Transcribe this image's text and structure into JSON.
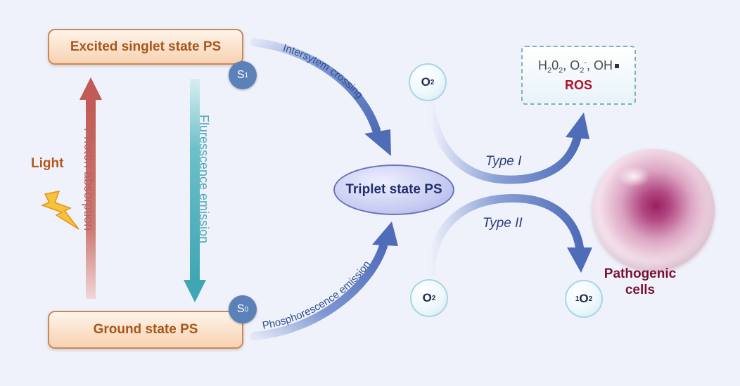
{
  "states": {
    "excited": "Excited singlet state PS",
    "ground": "Ground state PS",
    "triplet": "Triplet state PS",
    "s1": {
      "base": "S",
      "sub": "1"
    },
    "s0": {
      "base": "S",
      "sub": "0"
    }
  },
  "transitions": {
    "photon_absorption": "Photon absorption",
    "fluorescence": "Fluresscence emission",
    "intersystem": "Intersytem crossing",
    "phosphorescence": "Phosphorescence emission"
  },
  "light": "Light",
  "pathways": {
    "type1": "Type I",
    "type2": "Type II"
  },
  "molecules": {
    "o2": {
      "base": "O",
      "sub": "2"
    },
    "singlet_o2": {
      "sup": "1",
      "base": "O",
      "sub": "2"
    }
  },
  "ros": {
    "formula": {
      "p1": "H",
      "s1": "2",
      "p2": "0",
      "s2": "2",
      "p3": ", O",
      "s3": "2",
      "sup3": "-",
      "p4": ", OH"
    },
    "label": "ROS"
  },
  "target": {
    "line1": "Pathogenic",
    "line2": "cells"
  },
  "colors": {
    "arrow_blue": "#5b78c0",
    "photon": "#c0625c",
    "fluorescence": "#4fb0bc",
    "ros": "#b0122c",
    "box_text": "#a8561b"
  }
}
